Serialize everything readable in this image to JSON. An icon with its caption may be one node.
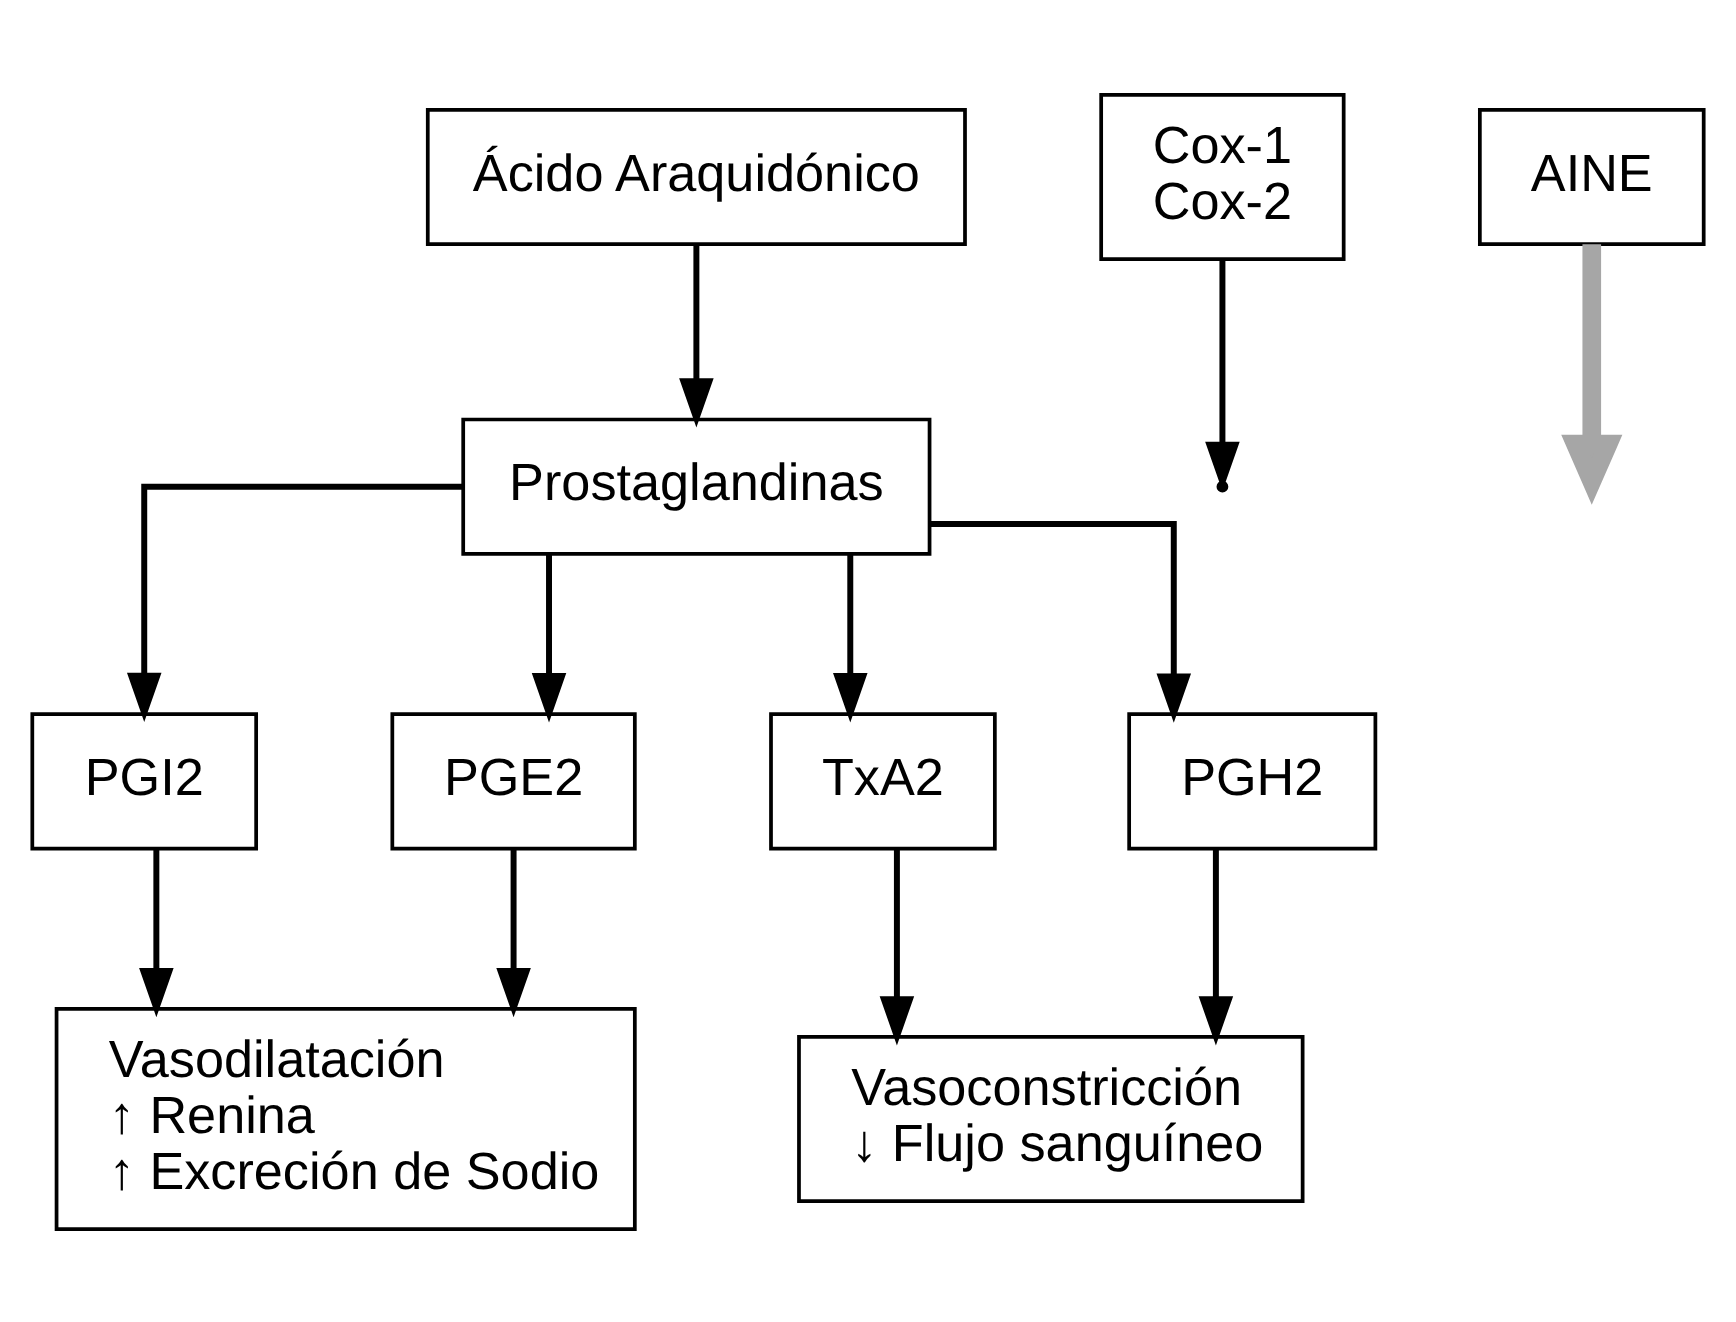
{
  "diagram": {
    "nodes": [
      {
        "text": [
          "Ácido Araquidónico"
        ]
      },
      {
        "text": [
          "Cox-1",
          "Cox-2"
        ]
      },
      {
        "text": [
          "AINE"
        ]
      },
      {
        "text": [
          "Prostaglandinas"
        ]
      },
      {
        "text": [
          "PGI2"
        ]
      },
      {
        "text": [
          "PGE2"
        ]
      },
      {
        "text": [
          "TxA2"
        ]
      },
      {
        "text": [
          "PGH2"
        ]
      },
      {
        "text": [
          "Vasodilatación",
          "↑ Renina",
          "↑ Excreción de Sodio"
        ]
      },
      {
        "text": [
          "Vasoconstricción",
          "↓ Flujo sanguíneo"
        ]
      }
    ],
    "edges": [
      {
        "from": 0,
        "to": 3,
        "arrow": "to"
      },
      {
        "from": 1,
        "to": null,
        "arrow": "to"
      },
      {
        "from": 2,
        "to": null,
        "arrow": "to",
        "style": "thick",
        "color": "#a6a6a6"
      },
      {
        "from": 3,
        "to": 4,
        "arrow": "to"
      },
      {
        "from": 3,
        "to": 5,
        "arrow": "to"
      },
      {
        "from": 3,
        "to": 6,
        "arrow": "to"
      },
      {
        "from": 3,
        "to": 7,
        "arrow": "to"
      },
      {
        "from": 4,
        "to": 8,
        "arrow": "to"
      },
      {
        "from": 5,
        "to": 8,
        "arrow": "to"
      },
      {
        "from": 6,
        "to": 9,
        "arrow": "to"
      },
      {
        "from": 7,
        "to": 9,
        "arrow": "to"
      }
    ]
  }
}
